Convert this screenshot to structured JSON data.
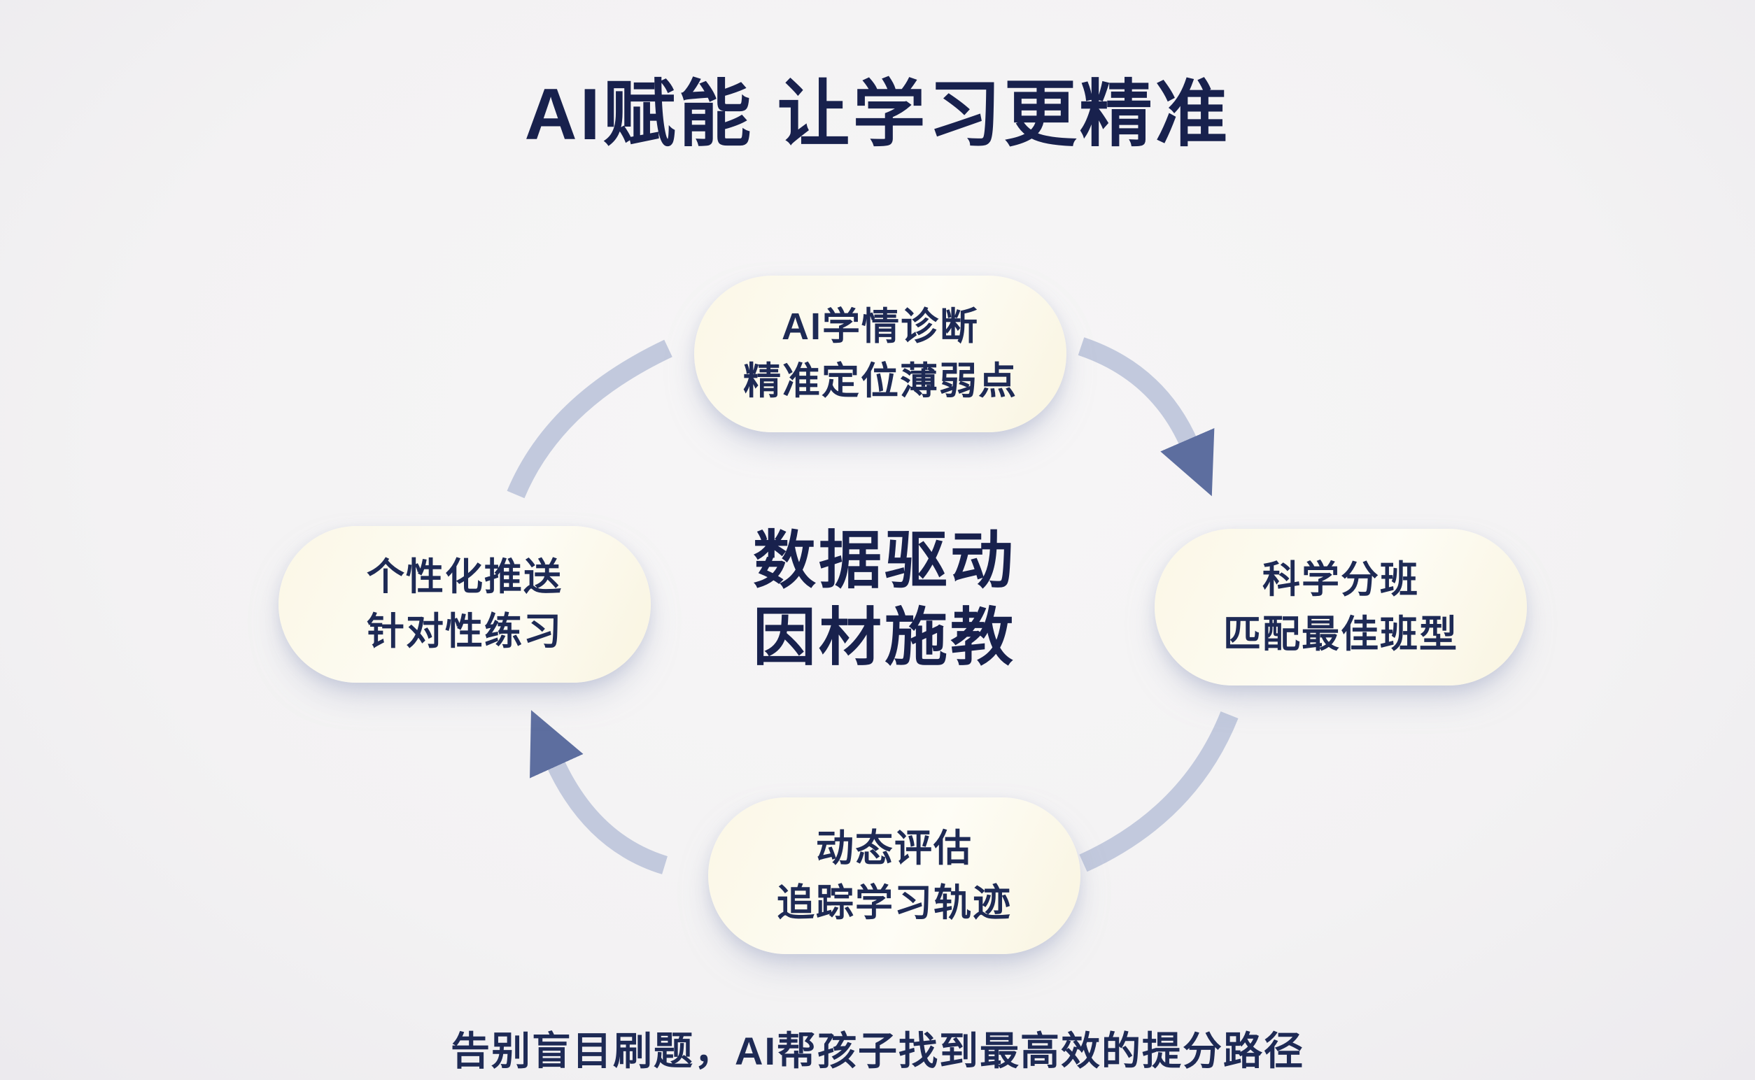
{
  "title": "AI赋能 让学习更精准",
  "center": {
    "line1": "数据驱动",
    "line2": "因材施教"
  },
  "nodes": [
    {
      "id": "top",
      "line1": "AI学情诊断",
      "line2": "精准定位薄弱点"
    },
    {
      "id": "right",
      "line1": "科学分班",
      "line2": "匹配最佳班型"
    },
    {
      "id": "bottom",
      "line1": "动态评估",
      "line2": "追踪学习轨迹"
    },
    {
      "id": "left",
      "line1": "个性化推送",
      "line2": "针对性练习"
    }
  ],
  "caption": "告别盲目刷题，AI帮孩子找到最高效的提分路径",
  "colors": {
    "background": "#f3f2f3",
    "pill_bg": "#fbf7e6",
    "text": "#1e2a55",
    "title": "#18214d",
    "arc": "#c2c9dd",
    "arrowhead": "#5d6e9f"
  }
}
